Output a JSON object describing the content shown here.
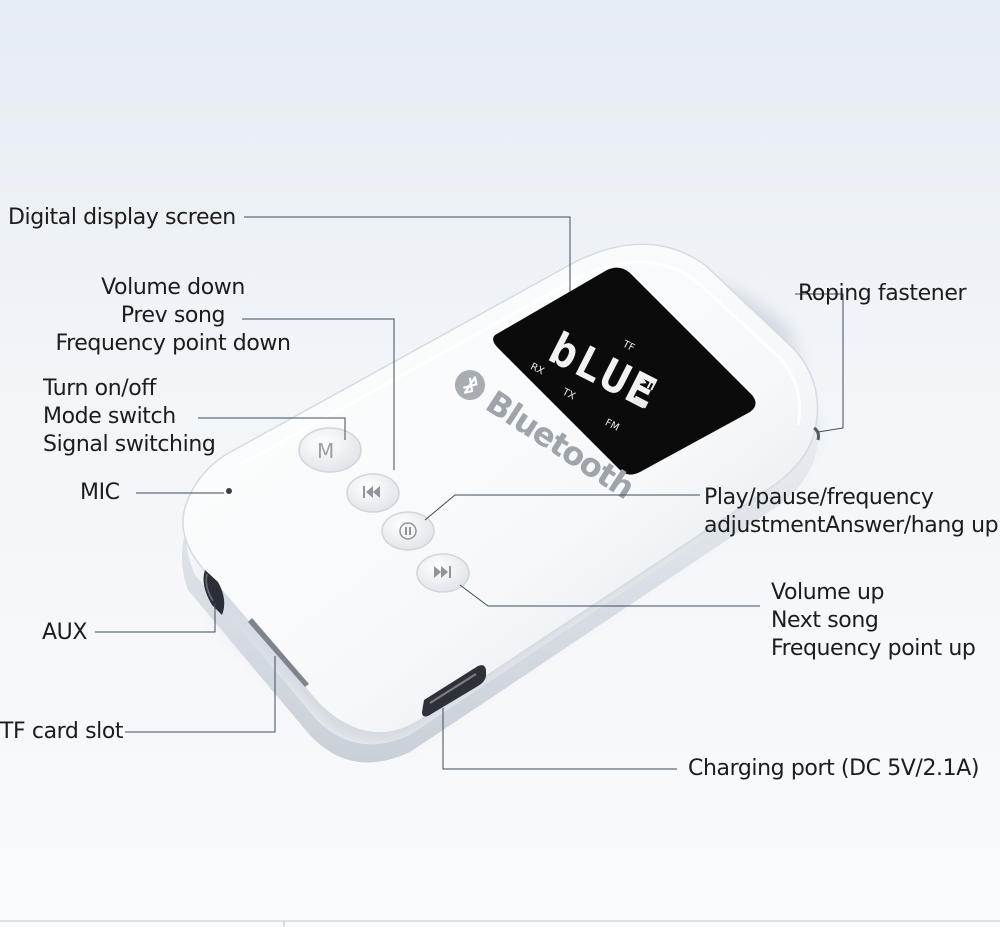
{
  "callouts": {
    "display": {
      "lines": [
        "Digital display screen"
      ]
    },
    "volume_down": {
      "lines": [
        "Volume down",
        "Prev song",
        "Frequency point down"
      ]
    },
    "mode": {
      "lines": [
        "Turn on/off",
        "Mode switch",
        "Signal switching"
      ]
    },
    "mic": {
      "lines": [
        "MIC"
      ]
    },
    "aux": {
      "lines": [
        "AUX"
      ]
    },
    "tf_slot": {
      "lines": [
        "TF card slot"
      ]
    },
    "roping": {
      "lines": [
        "Roping fastener"
      ]
    },
    "play": {
      "lines": [
        "Play/pause/frequency",
        "adjustmentAnswer/hang up"
      ]
    },
    "volume_up": {
      "lines": [
        "Volume up",
        "Next song",
        "Frequency point up"
      ]
    },
    "charging": {
      "lines": [
        "Charging port (DC 5V/2.1A)"
      ]
    }
  },
  "device": {
    "brand": "Bluetooth",
    "screen": {
      "main_text": "bLUE",
      "indicators": [
        "TF",
        "RX",
        "TX",
        "FM"
      ]
    }
  },
  "colors": {
    "leader_line": "#3d4b5c",
    "screen_bg": "#0b0b0b",
    "screen_text": "#f2f2f2",
    "device_body": "#ffffff"
  }
}
